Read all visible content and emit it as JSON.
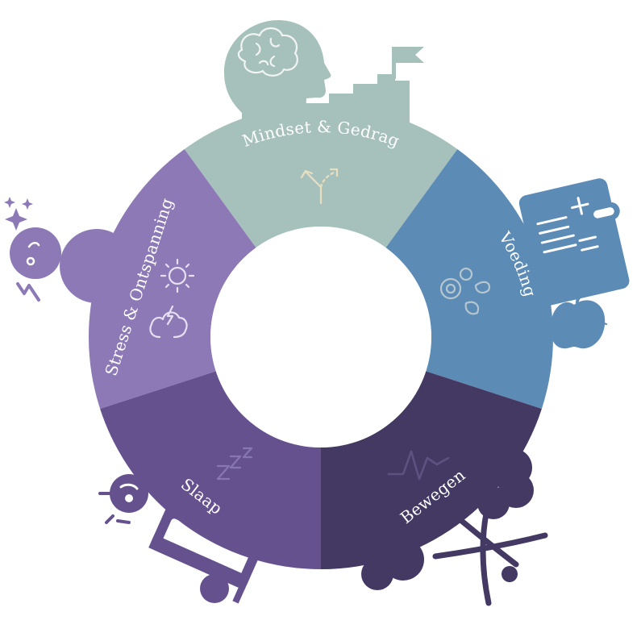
{
  "colors": {
    "mindset": "#a6c1bb",
    "voeding": "#5c8bb6",
    "bewegen": "#433963",
    "slaap": "#66518f",
    "stress": "#8c79b6",
    "mindset_icon": "#e8dfc0",
    "voeding_icon": "#b6c6cf",
    "bewegen_icon": "#5d5383",
    "slaap_icon": "#8777b0",
    "stress_icon": "#e6e0f2"
  },
  "segments": [
    {
      "key": "mindset",
      "label": "Mindset & Gedrag",
      "icon": "fork-arrows-icon"
    },
    {
      "key": "voeding",
      "label": "Voeding",
      "icon": "seeds-icon"
    },
    {
      "key": "bewegen",
      "label": "Bewegen",
      "icon": "heartbeat-icon"
    },
    {
      "key": "slaap",
      "label": "Slaap",
      "icon": "zzz-icon"
    },
    {
      "key": "stress",
      "label": "Stress & Ontspanning",
      "icon": "sun-cloud-icon"
    }
  ],
  "illustrations": [
    "brain-head-icon",
    "stairs-flag-icon",
    "clipboard-icon",
    "apple-icon",
    "running-figure-icon",
    "bed-alarm-clock-icon",
    "sad-face-icon"
  ]
}
